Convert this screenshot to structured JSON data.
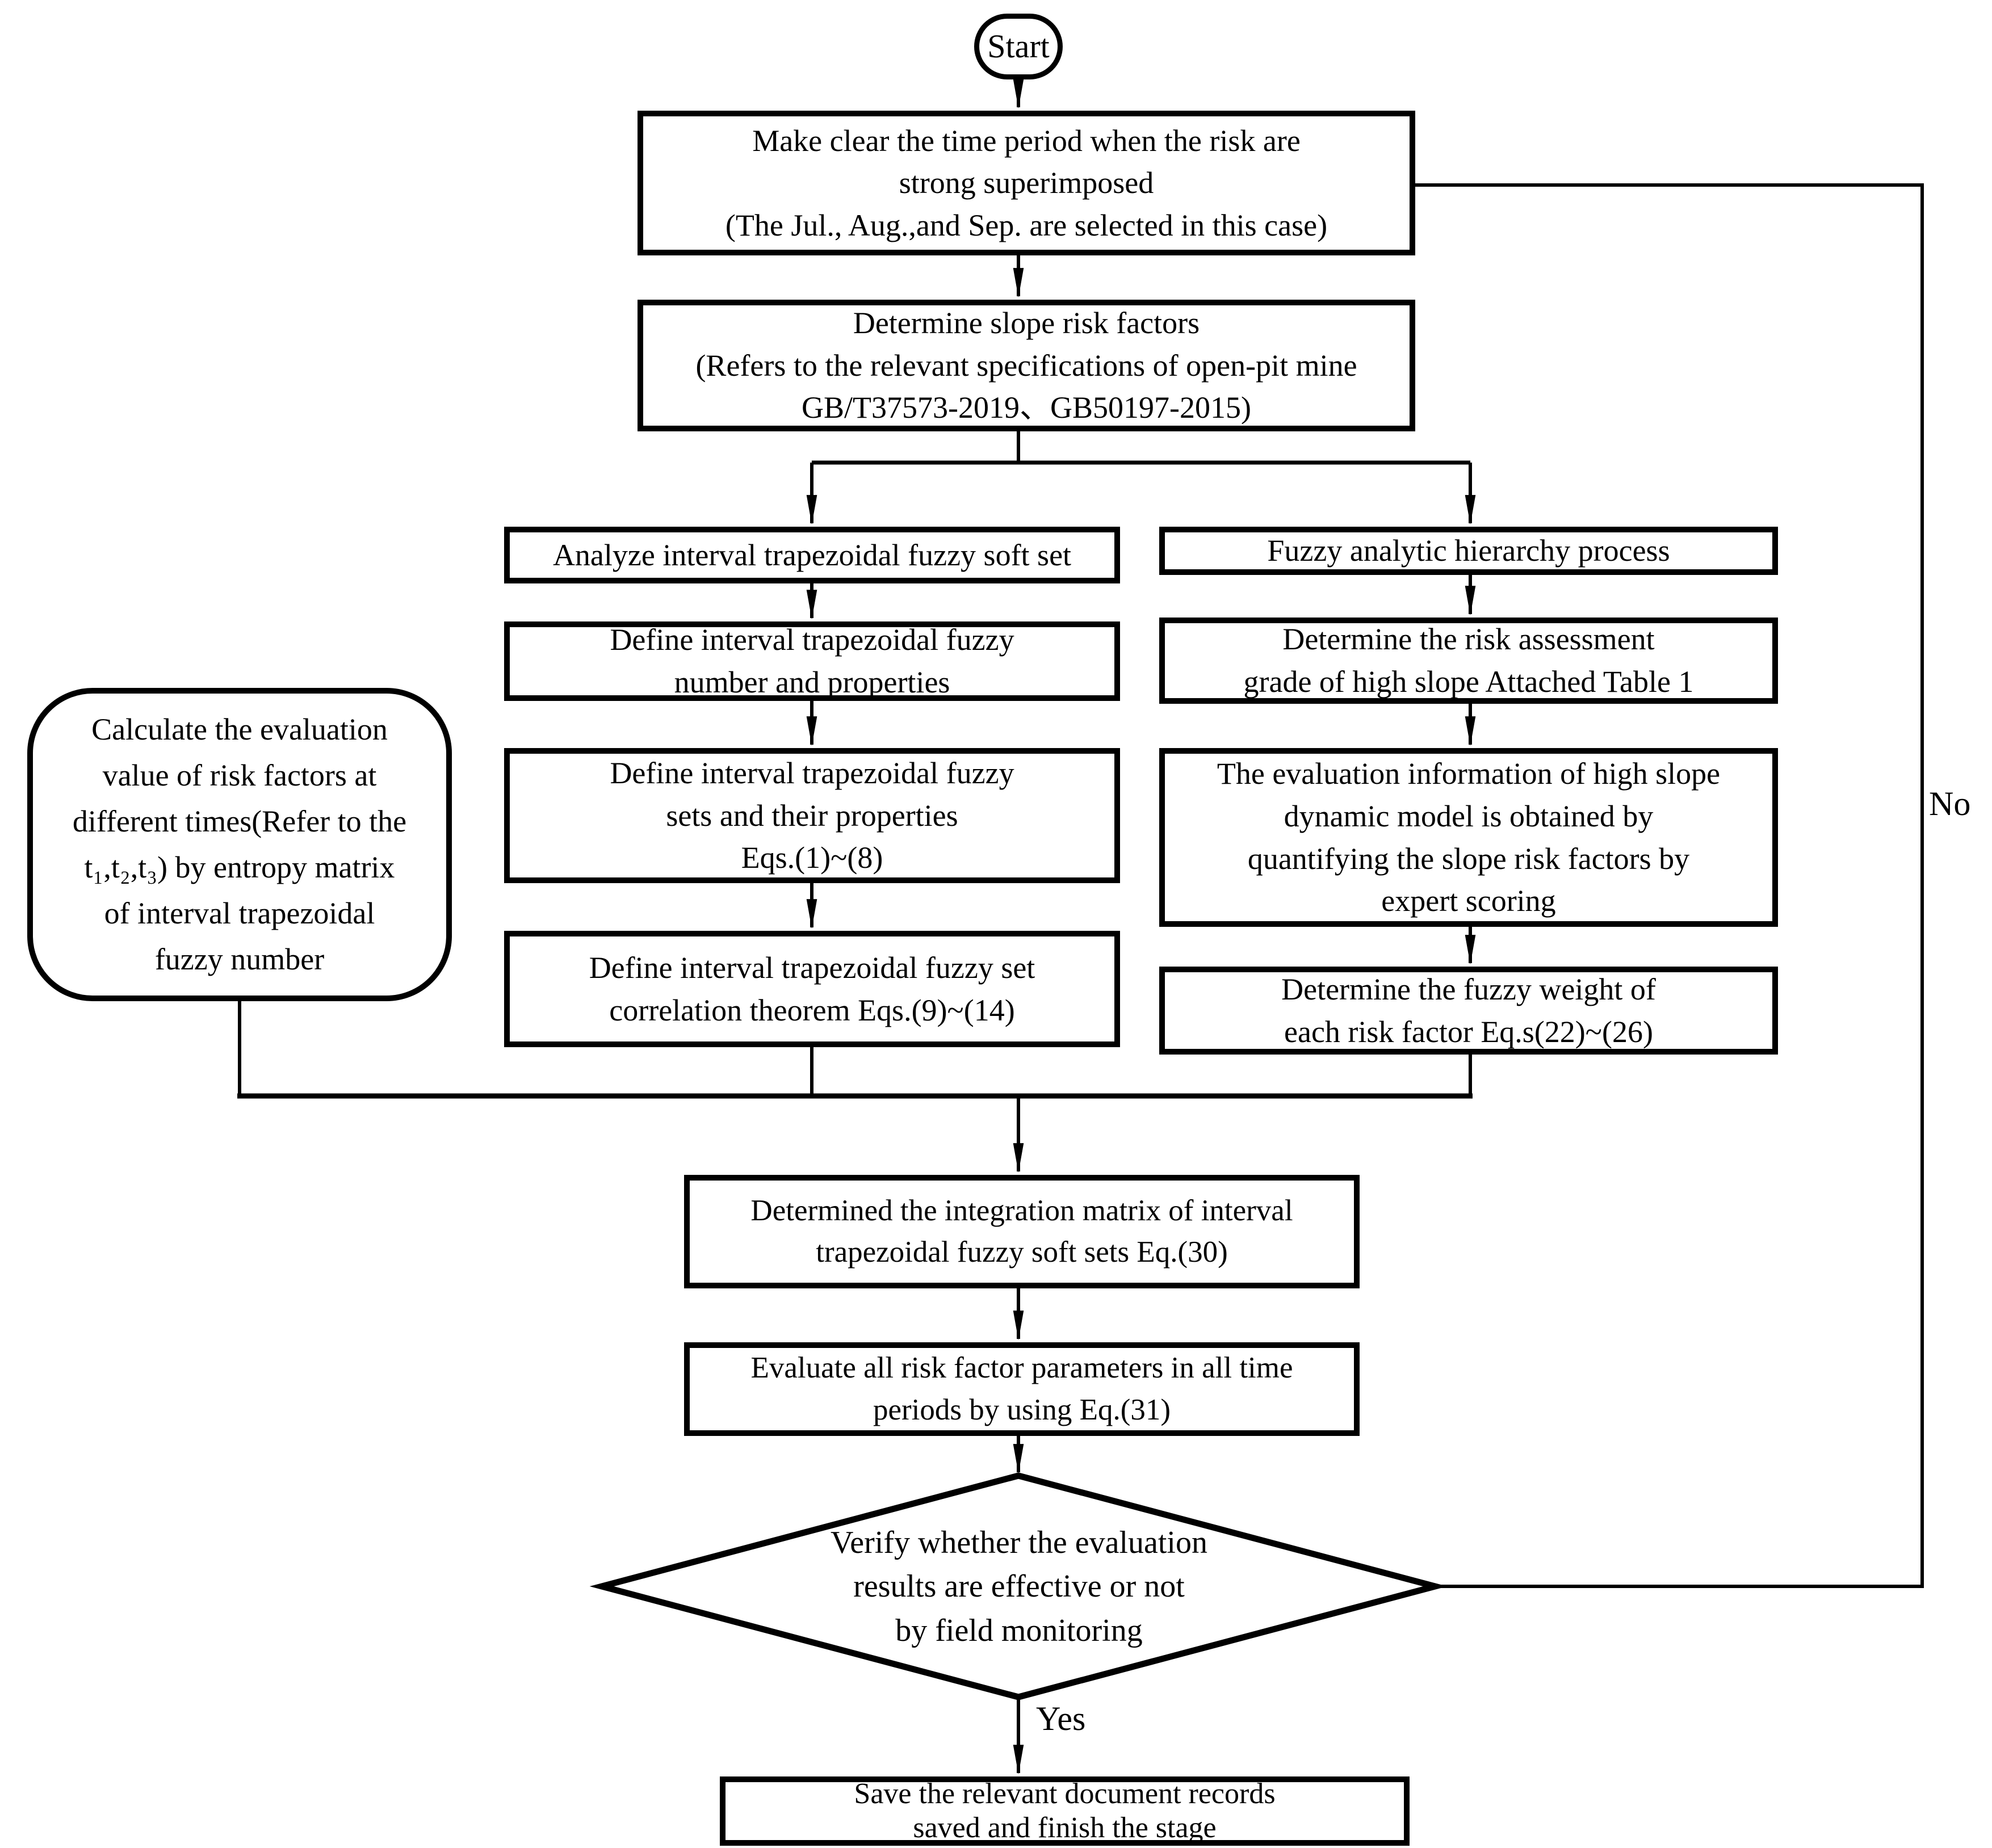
{
  "diagram": {
    "title": "High slope risk assessment flowchart",
    "start_label": "Start",
    "yes_label": "Yes",
    "no_label": "No",
    "nodes": {
      "clarify_period": "Make clear the time period when the risk are\nstrong  superimposed\n(The Jul., Aug.,and Sep. are selected in this case)",
      "risk_factors": "Determine slope risk factors\n(Refers to the relevant specifications of  open-pit mine\nGB/T37573-2019、GB50197-2015)",
      "analyze_soft_set": "Analyze interval trapezoidal fuzzy soft set",
      "define_number": "Define interval trapezoidal fuzzy\nnumber and properties",
      "define_sets": "Define interval trapezoidal fuzzy\nsets and their properties\nEqs.(1)~(8)",
      "define_correlation": "Define interval trapezoidal fuzzy set\ncorrelation theorem Eqs.(9)~(14)",
      "fahp": "Fuzzy analytic hierarchy process",
      "risk_grade": "Determine the risk assessment\ngrade of high slope Attached Table 1",
      "evaluation_info": "The evaluation information of high slope\ndynamic model is obtained by\nquantifying the slope risk factors by\nexpert scoring",
      "fuzzy_weight": "Determine the fuzzy weight of\neach risk factor Eq.s(22)~(26)",
      "entropy_side_note": "Calculate the evaluation\nvalue of risk factors at\ndifferent times(Refer to the\nt₁,t₂,t₃) by entropy matrix\nof interval trapezoidal\nfuzzy number",
      "integration_matrix": "Determined the integration matrix of interval\ntrapezoidal fuzzy soft sets  Eq.(30)",
      "evaluate_all": "Evaluate  all risk factor parameters in all time\nperiods by using Eq.(31)",
      "verify_decision": "Verify whether the evaluation\nresults are effective or not\nby field monitoring",
      "save_records": "Save the relevant document records\nsaved and finish the stage"
    },
    "colors": {
      "line": "#000000",
      "background": "#ffffff"
    }
  }
}
